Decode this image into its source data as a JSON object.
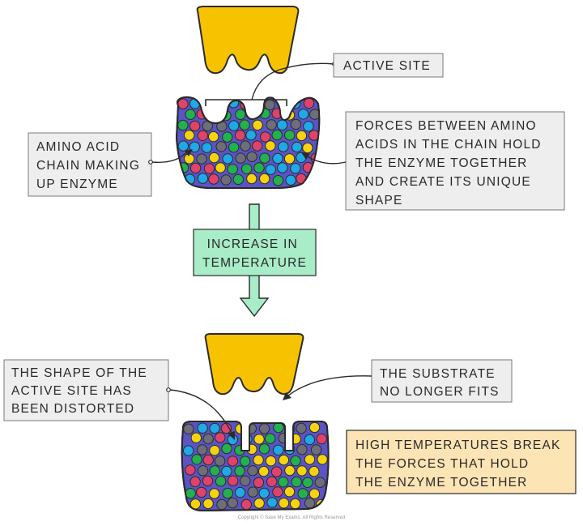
{
  "labels": {
    "active_site": "ACTIVE SITE",
    "amino_acid_chain": [
      "AMINO ACID",
      "CHAIN MAKING",
      "UP ENZYME"
    ],
    "forces": [
      "FORCES BETWEEN AMINO",
      "ACIDS IN THE CHAIN HOLD",
      "THE ENZYME TOGETHER",
      "AND CREATE ITS UNIQUE",
      "SHAPE"
    ],
    "increase_temperature": [
      "INCREASE IN",
      "TEMPERATURE"
    ],
    "shape_distorted": [
      "THE SHAPE OF THE",
      "ACTIVE SITE HAS",
      "BEEN DISTORTED"
    ],
    "substrate_no_fit": [
      "THE SUBSTRATE",
      "NO LONGER FITS"
    ],
    "high_temperatures": [
      "HIGH TEMPERATURES BREAK",
      "THE FORCES THAT HOLD",
      "THE ENZYME TOGETHER"
    ]
  },
  "footer": "Copyright © Save My Exams. All Rights Reserved",
  "colors": {
    "enzyme": "#5a54c6",
    "substrate": "#f7c300",
    "outline": "#2a2a2a",
    "label_box": "#eeeeee",
    "arrow_fill": "#a8ecc8",
    "temperature_box": "#a8ecc8",
    "warning_box": "#fde4b4",
    "amino_acid_colors": [
      "#e0436a",
      "#23b04f",
      "#1fa9e6",
      "#f5d30f",
      "#6e6e78"
    ]
  }
}
